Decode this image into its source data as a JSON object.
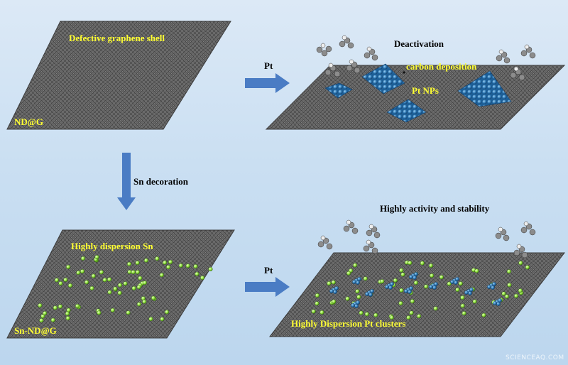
{
  "panels": {
    "top_left": {
      "title": "Defective graphene shell",
      "sample": "ND@G"
    },
    "top_right": {
      "status": "Deactivation",
      "annotation_carbon": "carbon deposition",
      "annotation_particles": "Pt NPs"
    },
    "bottom_left": {
      "title": "Highly dispersion Sn",
      "sample": "Sn-ND@G"
    },
    "bottom_right": {
      "status": "Highly activity and stability",
      "annotation_clusters": "Highly Dispersion Pt clusters"
    }
  },
  "arrows": {
    "top_right_arrow": "Pt",
    "bottom_right_arrow": "Pt",
    "down_arrow": "Sn decoration"
  },
  "watermark": "SCIENCEAQ.COM",
  "colors": {
    "graphene": "#5a5a5a",
    "label_yellow": "#ffff33",
    "arrow_blue": "#4a7cc4",
    "pt_blue": "#2c77b4",
    "sn_green": "#8ee03a"
  }
}
